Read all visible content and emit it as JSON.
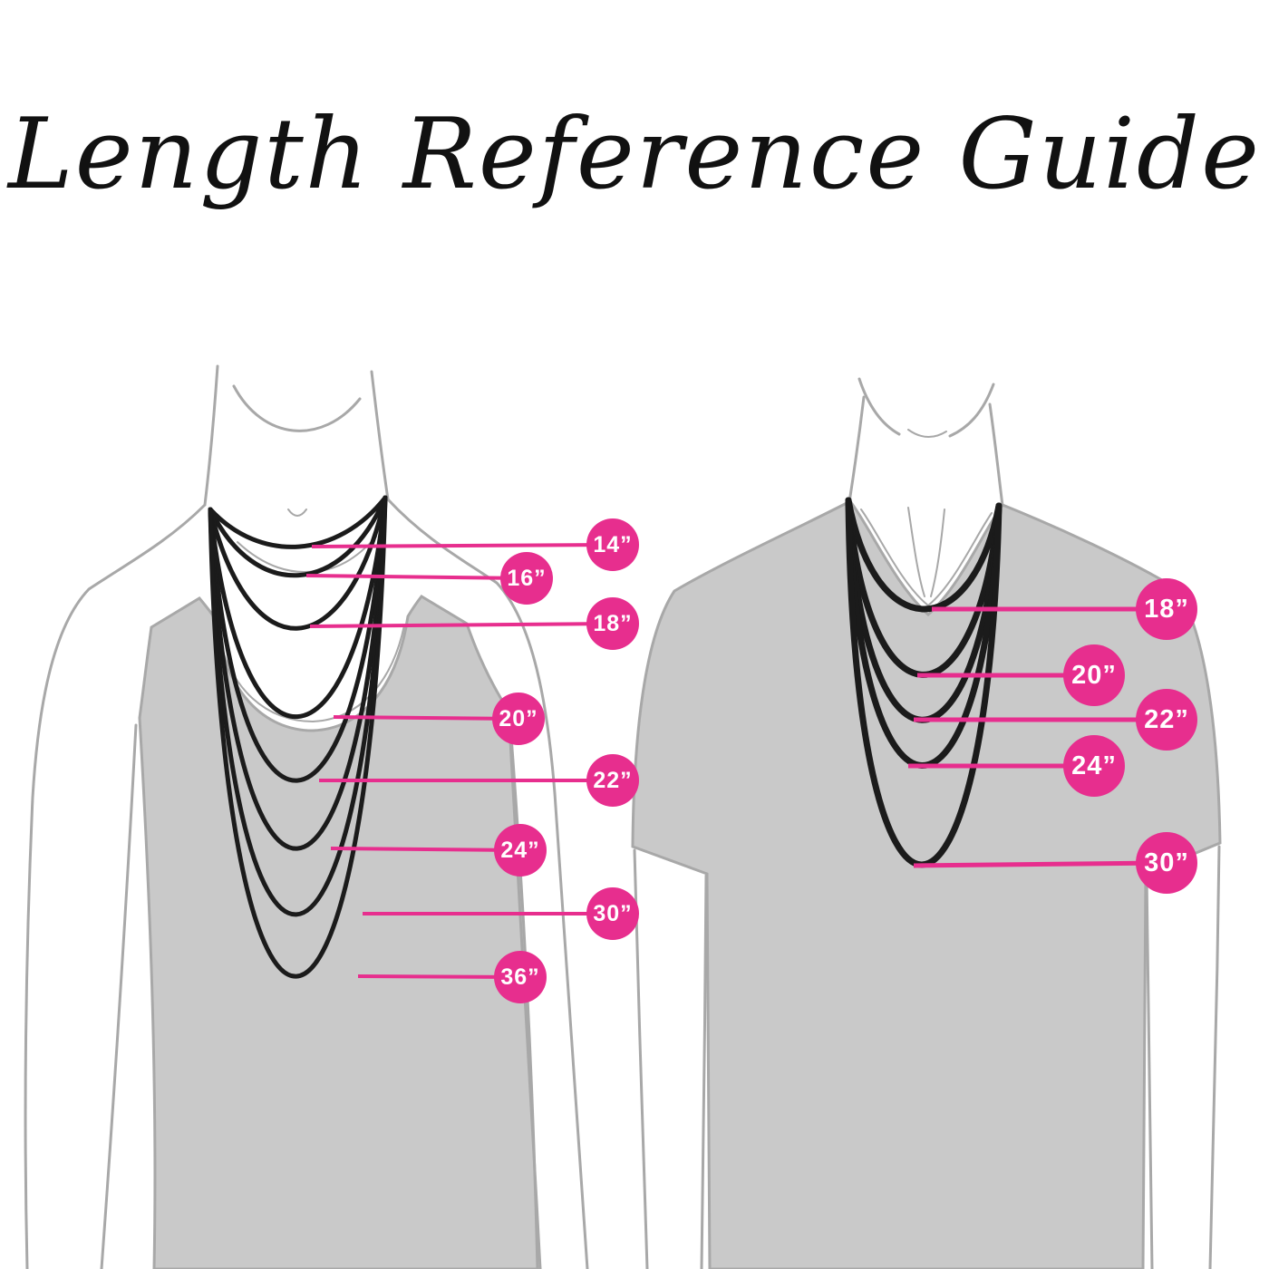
{
  "title": "Length Reference Guide",
  "colors": {
    "background": "#ffffff",
    "badge": "#e72e8e",
    "line": "#e72e8e",
    "badge_text": "#ffffff",
    "figure_fill": "#c9c9c9",
    "figure_outline": "#a8a8a8",
    "necklace": "#1b1b1b",
    "title_color": "#111111"
  },
  "women_figure": {
    "badges": [
      {
        "label": "14”"
      },
      {
        "label": "16”"
      },
      {
        "label": "18”"
      },
      {
        "label": "20”"
      },
      {
        "label": "22”"
      },
      {
        "label": "24”"
      },
      {
        "label": "30”"
      },
      {
        "label": "36”"
      }
    ]
  },
  "men_figure": {
    "badges": [
      {
        "label": "18”"
      },
      {
        "label": "20”"
      },
      {
        "label": "22”"
      },
      {
        "label": "24”"
      },
      {
        "label": "30”"
      }
    ]
  }
}
